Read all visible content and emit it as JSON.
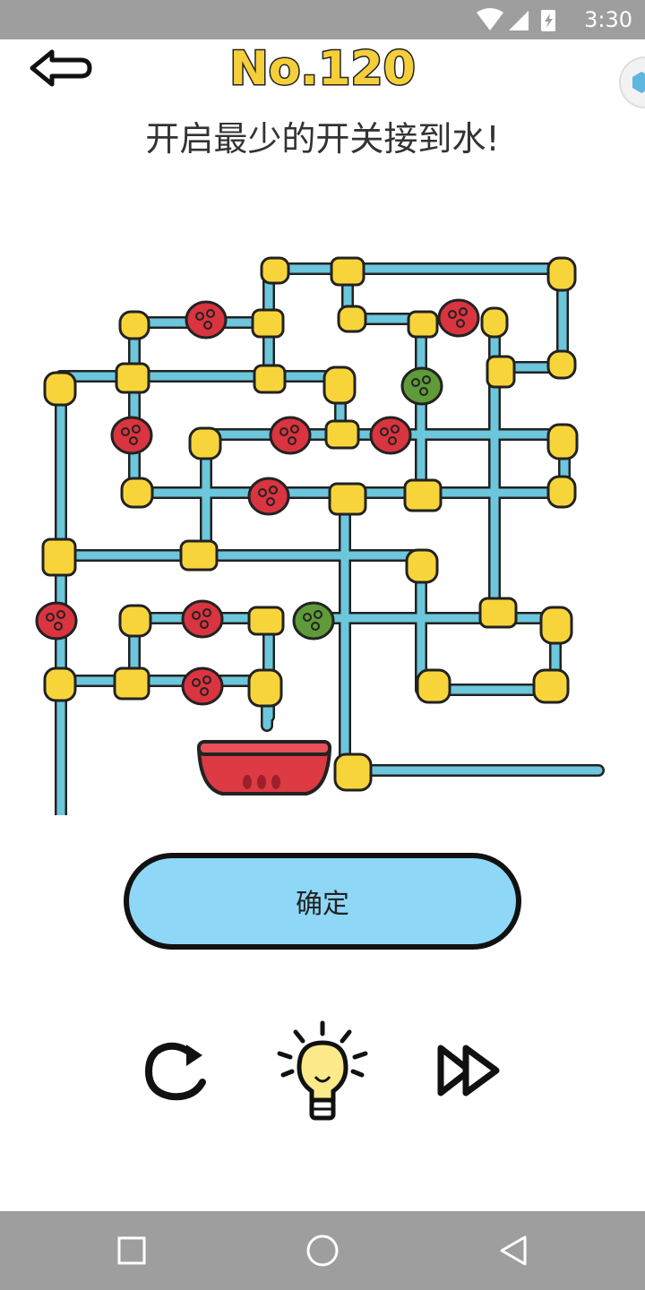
{
  "status_bar": {
    "time": "3:30"
  },
  "header": {
    "level_title": "No.120",
    "instruction": "开启最少的开关接到水!"
  },
  "game": {
    "valves": [
      {
        "id": "v1",
        "state": "red"
      },
      {
        "id": "v2",
        "state": "red"
      },
      {
        "id": "v3",
        "state": "green"
      },
      {
        "id": "v4",
        "state": "red"
      },
      {
        "id": "v5",
        "state": "red"
      },
      {
        "id": "v6",
        "state": "red"
      },
      {
        "id": "v7",
        "state": "red"
      },
      {
        "id": "v8",
        "state": "red"
      },
      {
        "id": "v9",
        "state": "red"
      },
      {
        "id": "v10",
        "state": "green"
      },
      {
        "id": "v11",
        "state": "red"
      }
    ]
  },
  "controls": {
    "confirm_label": "确定"
  },
  "colors": {
    "pipe": "#6cc7dc",
    "joint": "#f7d53a",
    "valve_closed": "#d9343f",
    "valve_open": "#5f9b39",
    "bowl": "#dd3a44",
    "button": "#8fd7f7",
    "bars": "#9e9e9e"
  }
}
